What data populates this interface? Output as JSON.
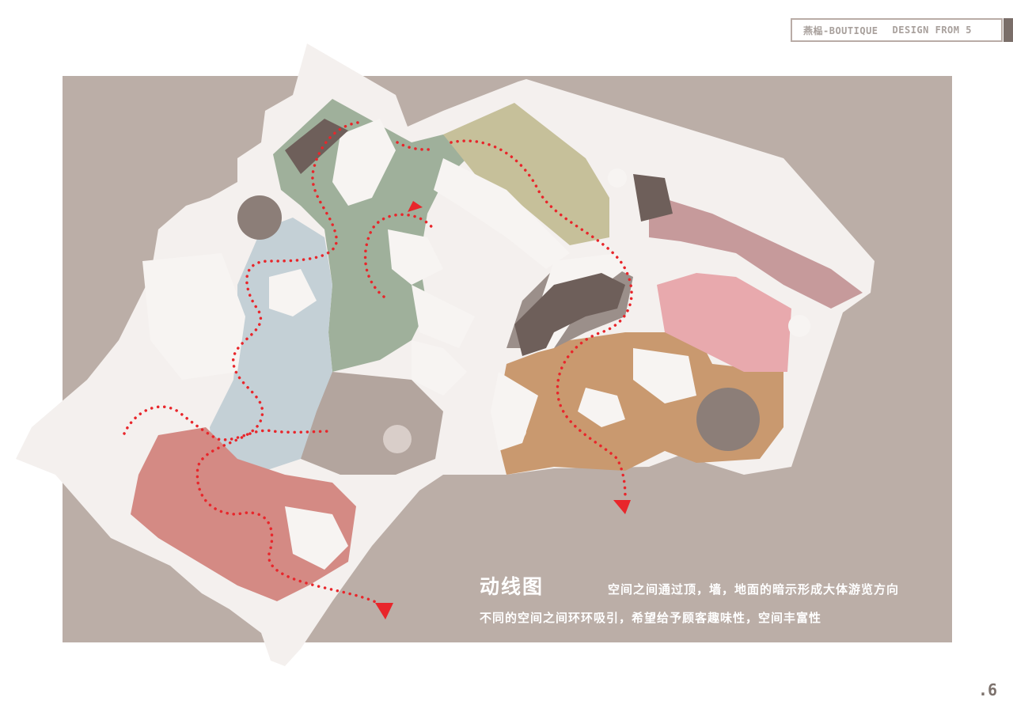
{
  "header": {
    "brand": "燕榀-BOUTIQUE",
    "credit": "DESIGN FROM 5"
  },
  "caption": {
    "title": "动线图",
    "line1": "空间之间通过顶，墙，地面的暗示形成大体游览方向",
    "line2": "不同的空间之间环环吸引，希望给予顾客趣味性，空间丰富性"
  },
  "page_number": ".6",
  "colors": {
    "panel": "#bbaea7",
    "walls": "#f4f0ee",
    "zone_green": "#9fb09b",
    "zone_olive": "#c6c09a",
    "zone_blue": "#c4d0d6",
    "zone_red": "#d48a84",
    "zone_orange": "#c9996f",
    "zone_pink": "#e8a9ad",
    "zone_mauve": "#c69a9b",
    "zone_gray": "#9b8f8a",
    "path": "#e8262b"
  }
}
